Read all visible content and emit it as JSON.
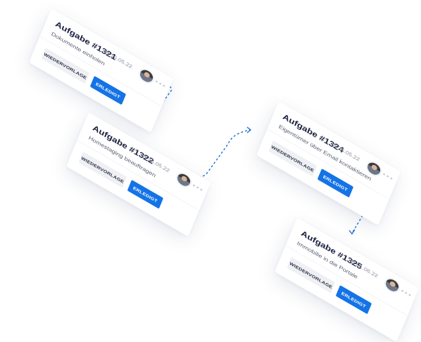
{
  "tasks": [
    {
      "title": "Aufgabe #1321",
      "date": "16.05.22",
      "description": "Dokumente einholen",
      "secondary_label": "WIEDERVORLAGE",
      "primary_label": "ERLEDIGT"
    },
    {
      "title": "Aufgabe #1322",
      "date": "25.05.22",
      "description": "Homestaging beauftragen",
      "secondary_label": "WIEDERVORLAGE",
      "primary_label": "ERLEDIGT"
    },
    {
      "title": "Aufgabe #1324",
      "date": "25.05.22",
      "description": "Eigentümer über Email kontaktieren",
      "secondary_label": "WIEDERVORLAGE",
      "primary_label": "ERLEDIGT"
    },
    {
      "title": "Aufgabe #1325",
      "date": "01.06.22",
      "description": "Immobilie in die Portale",
      "secondary_label": "WIEDERVORLAGE",
      "primary_label": "ERLEDIGT"
    }
  ],
  "colors": {
    "accent": "#1473e6",
    "connector": "#1e6fd9",
    "title": "#1b2140"
  }
}
